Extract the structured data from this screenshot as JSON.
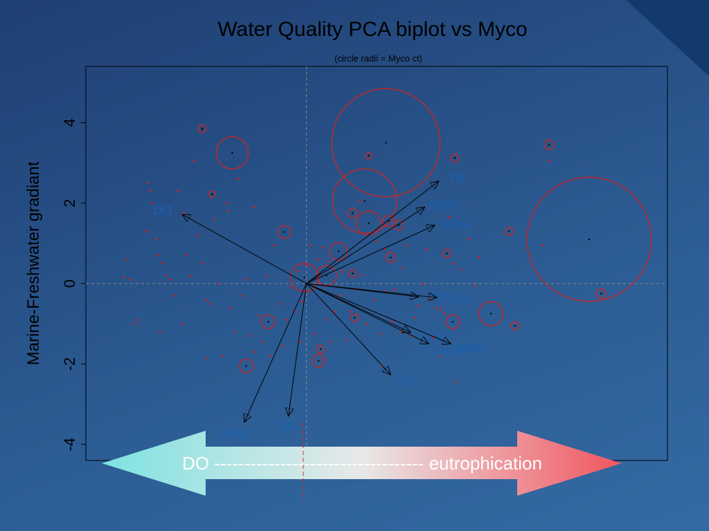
{
  "chart_data": {
    "type": "scatter",
    "title": "Water Quality PCA biplot vs Myco",
    "subtitle": "(circle radii = Myco ct)",
    "ylabel": "Marine-Freshwater gradiant",
    "xlim": [
      -5.5,
      9.0
    ],
    "ylim": [
      -4.4,
      5.4
    ],
    "y_ticks": [
      "4",
      "2",
      "0",
      "-2",
      "-4"
    ],
    "grid": false,
    "loadings": [
      {
        "name": "DO",
        "x": -3.1,
        "y": 1.72,
        "label_y": 1.8
      },
      {
        "name": "TN",
        "x": 3.3,
        "y": 2.55,
        "label_y": 2.6
      },
      {
        "name": "Chlor",
        "x": 2.95,
        "y": 1.9,
        "label_y": 1.93
      },
      {
        "name": "Silica",
        "x": 3.2,
        "y": 1.45,
        "label_y": 1.45
      },
      {
        "name": "TP",
        "x": 2.8,
        "y": -0.33,
        "label_y": -0.4
      },
      {
        "name": "Turb",
        "x": 3.25,
        "y": -0.35,
        "label_y": -0.4
      },
      {
        "name": "SO4",
        "x": 2.6,
        "y": -1.22,
        "label_y": -1.35
      },
      {
        "name": "temp",
        "x": 3.6,
        "y": -1.5,
        "label_y": -1.6
      },
      {
        "name": "SusSol",
        "x": 3.05,
        "y": -1.5,
        "label_y": -1.7
      },
      {
        "name": "pH",
        "x": 2.1,
        "y": -2.27,
        "label_y": -2.45
      },
      {
        "name": "Sal",
        "x": -0.45,
        "y": -3.3,
        "label_y": -3.55
      },
      {
        "name": "Deep",
        "x": -1.55,
        "y": -3.45,
        "label_y": -3.73
      }
    ],
    "circles": [
      {
        "x": 1.98,
        "y": 3.5,
        "r": 1.35
      },
      {
        "x": 1.45,
        "y": 2.05,
        "r": 0.8
      },
      {
        "x": 7.05,
        "y": 1.1,
        "r": 1.55
      },
      {
        "x": -1.85,
        "y": 3.25,
        "r": 0.4
      },
      {
        "x": -0.05,
        "y": 0.15,
        "r": 0.35
      },
      {
        "x": 0.5,
        "y": 0.2,
        "r": 0.25
      },
      {
        "x": 1.55,
        "y": 1.5,
        "r": 0.3
      },
      {
        "x": 4.6,
        "y": -0.75,
        "r": 0.3
      },
      {
        "x": 0.8,
        "y": 0.8,
        "r": 0.22
      },
      {
        "x": -0.55,
        "y": 1.28,
        "r": 0.16
      },
      {
        "x": -0.95,
        "y": -0.95,
        "r": 0.17
      },
      {
        "x": -1.5,
        "y": -2.05,
        "r": 0.17
      },
      {
        "x": 3.65,
        "y": -0.95,
        "r": 0.17
      },
      {
        "x": 0.3,
        "y": -1.92,
        "r": 0.16
      },
      {
        "x": 1.2,
        "y": -0.85,
        "r": 0.1
      },
      {
        "x": 2.05,
        "y": 1.55,
        "r": 0.14
      },
      {
        "x": 2.3,
        "y": 1.45,
        "r": 0.12
      },
      {
        "x": 2.1,
        "y": 0.65,
        "r": 0.12
      },
      {
        "x": 1.15,
        "y": 1.75,
        "r": 0.12
      },
      {
        "x": 1.15,
        "y": 0.25,
        "r": 0.1
      },
      {
        "x": 3.5,
        "y": 0.75,
        "r": 0.1
      },
      {
        "x": 5.2,
        "y": -1.05,
        "r": 0.1
      },
      {
        "x": 6.05,
        "y": 3.45,
        "r": 0.12
      },
      {
        "x": 5.05,
        "y": 1.3,
        "r": 0.1
      },
      {
        "x": 7.35,
        "y": -0.25,
        "r": 0.12
      },
      {
        "x": 1.55,
        "y": 3.18,
        "r": 0.08
      },
      {
        "x": 3.7,
        "y": 3.12,
        "r": 0.1
      },
      {
        "x": -2.6,
        "y": 3.85,
        "r": 0.1
      },
      {
        "x": -2.35,
        "y": 2.22,
        "r": 0.08
      },
      {
        "x": 0.35,
        "y": -1.63,
        "r": 0.1
      }
    ],
    "points": [
      [
        -4.5,
        0.6
      ],
      [
        -4.4,
        0.1
      ],
      [
        -4.3,
        -1.0
      ],
      [
        -4.2,
        -0.9
      ],
      [
        -4.0,
        1.3
      ],
      [
        -3.95,
        2.5
      ],
      [
        -3.9,
        2.3
      ],
      [
        -3.85,
        2.0
      ],
      [
        -3.75,
        1.1
      ],
      [
        -3.7,
        0.7
      ],
      [
        -3.6,
        0.5
      ],
      [
        -3.5,
        0.2
      ],
      [
        -3.4,
        0.1
      ],
      [
        -3.3,
        -0.3
      ],
      [
        -3.2,
        2.3
      ],
      [
        -3.05,
        1.75
      ],
      [
        -3.0,
        0.7
      ],
      [
        -2.9,
        0.2
      ],
      [
        -2.8,
        3.05
      ],
      [
        -2.7,
        1.2
      ],
      [
        -2.6,
        0.5
      ],
      [
        -2.5,
        -0.4
      ],
      [
        -2.4,
        -0.5
      ],
      [
        -2.3,
        1.6
      ],
      [
        -2.2,
        0.0
      ],
      [
        -2.1,
        -1.8
      ],
      [
        -2.0,
        2.0
      ],
      [
        -1.95,
        1.8
      ],
      [
        -1.9,
        -0.6
      ],
      [
        -1.8,
        -1.2
      ],
      [
        -1.7,
        2.6
      ],
      [
        -1.6,
        -0.3
      ],
      [
        -1.5,
        0.1
      ],
      [
        -1.4,
        -1.3
      ],
      [
        -1.3,
        -1.7
      ],
      [
        -1.2,
        -0.8
      ],
      [
        -1.1,
        -1.45
      ],
      [
        -1.0,
        0.2
      ],
      [
        -0.9,
        -1.8
      ],
      [
        -0.8,
        0.95
      ],
      [
        -0.7,
        -0.5
      ],
      [
        -0.6,
        -1.55
      ],
      [
        -0.5,
        -0.9
      ],
      [
        -0.4,
        -0.1
      ],
      [
        -0.3,
        -0.7
      ],
      [
        -0.2,
        0.3
      ],
      [
        -0.15,
        -1.45
      ],
      [
        -0.1,
        -0.45
      ],
      [
        0.0,
        0.45
      ],
      [
        0.05,
        -0.2
      ],
      [
        0.1,
        0.95
      ],
      [
        0.2,
        -1.25
      ],
      [
        0.3,
        0.6
      ],
      [
        0.35,
        -1.9
      ],
      [
        0.4,
        0.9
      ],
      [
        0.5,
        -0.9
      ],
      [
        0.55,
        0.55
      ],
      [
        0.6,
        -1.45
      ],
      [
        0.7,
        -0.7
      ],
      [
        0.85,
        -0.3
      ],
      [
        0.9,
        0.3
      ],
      [
        1.0,
        -1.4
      ],
      [
        1.1,
        -0.7
      ],
      [
        1.2,
        -0.15
      ],
      [
        1.3,
        2.05
      ],
      [
        1.4,
        0.2
      ],
      [
        1.5,
        -1.0
      ],
      [
        1.6,
        1.8
      ],
      [
        1.7,
        -0.4
      ],
      [
        1.75,
        1.05
      ],
      [
        1.85,
        -1.25
      ],
      [
        1.95,
        0.85
      ],
      [
        2.0,
        -0.2
      ],
      [
        2.15,
        -0.95
      ],
      [
        2.2,
        -0.15
      ],
      [
        2.35,
        -1.2
      ],
      [
        2.4,
        0.4
      ],
      [
        2.5,
        0.95
      ],
      [
        2.6,
        -1.3
      ],
      [
        2.7,
        -0.85
      ],
      [
        2.8,
        -0.55
      ],
      [
        2.9,
        0.0
      ],
      [
        3.0,
        0.85
      ],
      [
        3.1,
        -0.4
      ],
      [
        3.15,
        -1.35
      ],
      [
        3.25,
        -0.6
      ],
      [
        3.35,
        -0.65
      ],
      [
        3.45,
        -0.75
      ],
      [
        3.55,
        1.65
      ],
      [
        3.65,
        0.5
      ],
      [
        3.75,
        -2.45
      ],
      [
        3.85,
        0.35
      ],
      [
        4.05,
        1.1
      ],
      [
        4.2,
        -0.05
      ],
      [
        4.3,
        0.65
      ],
      [
        5.9,
        0.95
      ],
      [
        6.05,
        3.05
      ],
      [
        3.3,
        -1.8
      ],
      [
        -1.3,
        1.9
      ],
      [
        1.9,
        -2.05
      ],
      [
        -2.5,
        -1.85
      ],
      [
        -3.1,
        -1.0
      ],
      [
        -4.55,
        0.15
      ],
      [
        -3.65,
        -1.2
      ]
    ]
  },
  "arrow_bar": {
    "text": "DO ----------------------------------- eutrophication",
    "color_left": "#7de3e1",
    "color_right": "#f2555f"
  },
  "colors": {
    "plot_frame": "#000000",
    "circle": "#c0272d",
    "point": "#c0272d",
    "loading_arrow": "#000000",
    "loading_label": "#1a60b0",
    "zero_line": "#8a8a8a",
    "vertical_red_line": "#d42a2a"
  }
}
